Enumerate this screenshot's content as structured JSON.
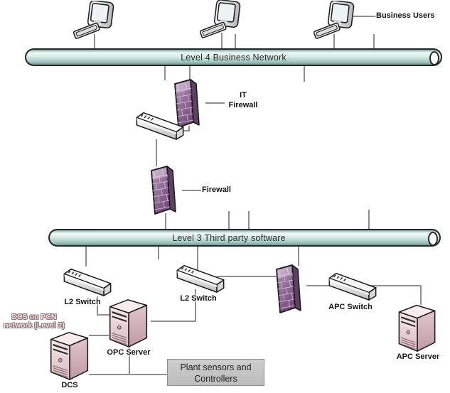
{
  "diagram": {
    "type": "industrial-network-architecture",
    "labels": {
      "business_users": "Business Users",
      "level4_bus": "Level 4 Business Network",
      "it_firewall_l1": "IT",
      "it_firewall_l2": "Firewall",
      "firewall": "Firewall",
      "level3_bus": "Level 3 Third party software",
      "l2_switch_a": "L2 Switch",
      "l2_switch_b": "L2 Switch",
      "apc_switch": "APC Switch",
      "opc_server": "OPC Server",
      "dcs": "DCS",
      "apc_server": "APC Server",
      "pcn_note_l1": "DCS on PCN",
      "pcn_note_l2": "network (Level 2)",
      "plant_box_l1": "Plant sensors and",
      "plant_box_l2": "Controllers"
    },
    "icons": {
      "workstation": "desktop-computer-icon",
      "switch": "network-switch-icon",
      "firewall": "firewall-brick-wall-icon",
      "server": "server-tower-icon",
      "bus": "network-backbone-pipe"
    },
    "colors": {
      "bus_fill": "#bcdcd5",
      "bus_border": "#262626",
      "firewall_purple": "#8e6b94",
      "server_pink": "#e9d2d7",
      "switch_gray": "#e8e8e8",
      "plant_box_gray": "#c3c3c3",
      "connector_gray": "#8f8f8f",
      "pcn_text_pink": "#f3dfe0"
    },
    "connections": [
      "Business user PCs -> Level 4 Business Network",
      "Level 4 Business Network -> IT Firewall",
      "IT Firewall -> switch -> Firewall",
      "Firewall -> Level 3 Third party software",
      "Level 3 -> L2 Switch (left) -> OPC Server",
      "DCS <-> OPC Server",
      "Level 3 -> L2 Switch (middle) -> OPC Server",
      "L2 Switch (middle) -> firewall -> APC Switch -> APC Server",
      "Level 3 -> firewall (right, via drop line)",
      "DCS / OPC Server -> Plant sensors and Controllers"
    ]
  }
}
